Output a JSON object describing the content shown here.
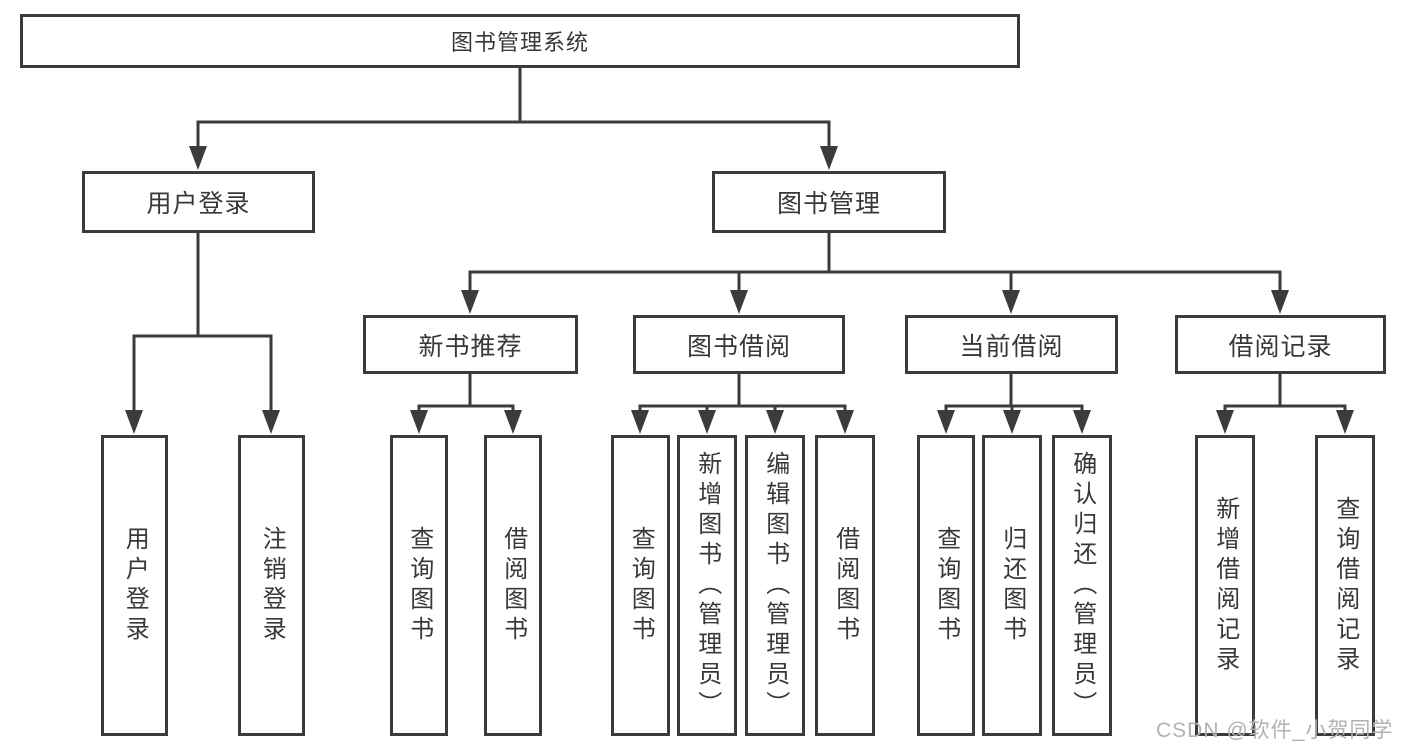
{
  "colors": {
    "line": "#3b3b3b",
    "text": "#35393c",
    "watermark_gray": "#b2b2b2",
    "background": "#ffffff"
  },
  "tree": {
    "root": {
      "label": "图书管理系统",
      "children": [
        {
          "label": "用户登录",
          "children": [
            {
              "label": "用户登录"
            },
            {
              "label": "注销登录"
            }
          ]
        },
        {
          "label": "图书管理",
          "children": [
            {
              "label": "新书推荐",
              "children": [
                {
                  "label": "查询图书"
                },
                {
                  "label": "借阅图书"
                }
              ]
            },
            {
              "label": "图书借阅",
              "children": [
                {
                  "label": "查询图书"
                },
                {
                  "label": "新增图书（管理员）"
                },
                {
                  "label": "编辑图书（管理员）"
                },
                {
                  "label": "借阅图书"
                }
              ]
            },
            {
              "label": "当前借阅",
              "children": [
                {
                  "label": "查询图书"
                },
                {
                  "label": "归还图书"
                },
                {
                  "label": "确认归还（管理员）"
                }
              ]
            },
            {
              "label": "借阅记录",
              "children": [
                {
                  "label": "新增借阅记录"
                },
                {
                  "label": "查询借阅记录"
                }
              ]
            }
          ]
        }
      ]
    }
  },
  "watermark": {
    "text": "CSDN @软件_小贺同学"
  }
}
